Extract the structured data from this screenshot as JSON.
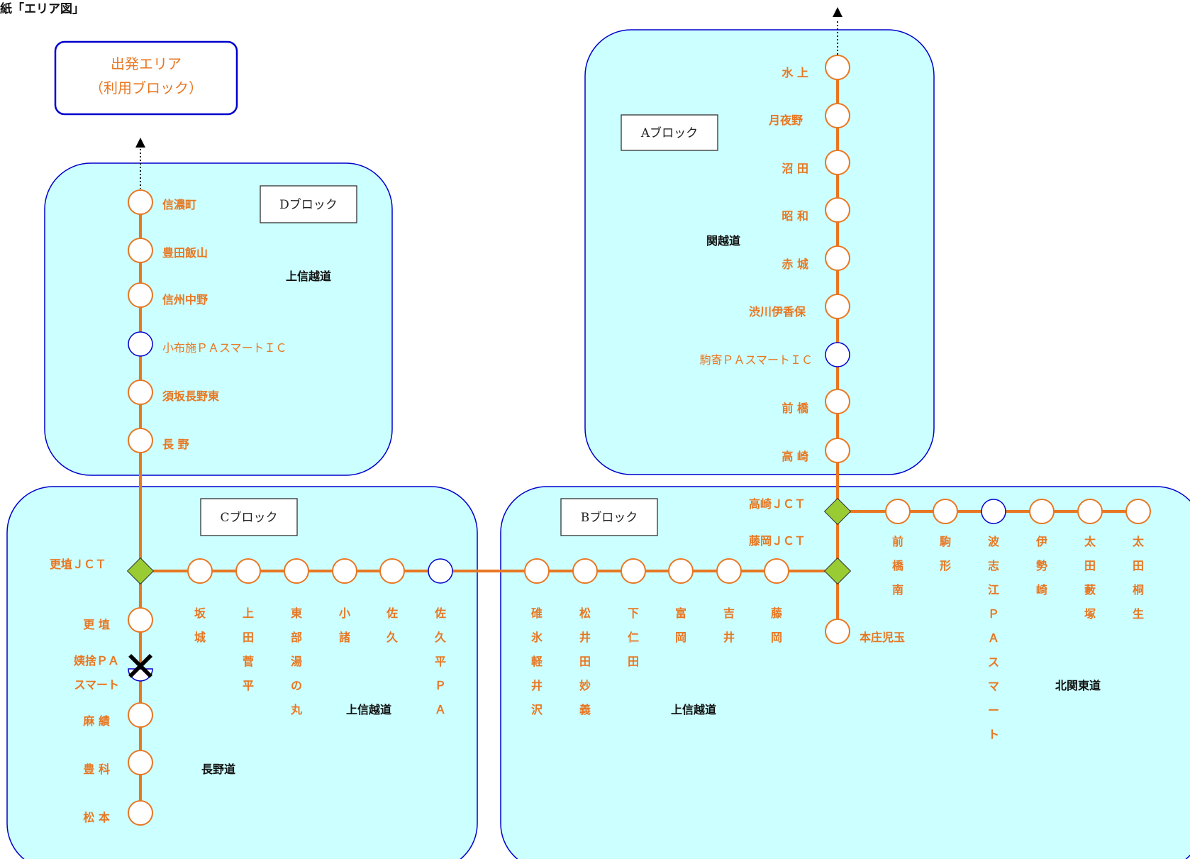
{
  "title": "紙「エリア図」",
  "departure": {
    "line1": "出発エリア",
    "line2": "（利用ブロック）"
  },
  "blocks": {
    "A": "Aブロック",
    "B": "Bブロック",
    "C": "Cブロック",
    "D": "Dブロック"
  },
  "roads": {
    "kanetsu": "関越道",
    "joshinetsu_d": "上信越道",
    "joshinetsu_c": "上信越道",
    "joshinetsu_b": "上信越道",
    "nagano": "長野道",
    "kitakanto": "北関東道"
  },
  "interchanges": {
    "mizukami": "水 上",
    "tsukiyono": "月夜野",
    "numata": "沼 田",
    "showa": "昭 和",
    "akagi": "赤 城",
    "shibukawa": "渋川伊香保",
    "komayose": "駒寄ＰＡスマートＩＣ",
    "maebashi": "前 橋",
    "takasaki": "高 崎",
    "takasaki_jct": "高崎ＪＣＴ",
    "fujioka_jct": "藤岡ＪＣＴ",
    "honjo": "本庄児玉",
    "shinanomachi": "信濃町",
    "toyotaiiyama": "豊田飯山",
    "shinshunakano": "信州中野",
    "obuse": "小布施ＰＡスマートＩＣ",
    "suzaka": "須坂長野東",
    "nagano": "長 野",
    "koshoku_jct": "更埴ＪＣＴ",
    "koshoku": "更 埴",
    "obasute1": "姨捨ＰＡ",
    "obasute2": "スマート",
    "omi": "麻 績",
    "toyoshina": "豊 科",
    "matsumoto": "松 本",
    "sakaki": "坂城",
    "uedasugadaira": "上田菅平",
    "tobuyunomaru": "東部湯の丸",
    "komoro": "小諸",
    "saku": "佐久",
    "sakudaira": "佐久平ＰＡ",
    "usuikaruizawa": "碓氷軽井沢",
    "matsuidamyogi": "松井田妙義",
    "shimonita": "下仁田",
    "tomioka": "富岡",
    "yoshii": "吉井",
    "fujioka": "藤岡",
    "maebashiminami": "前橋南",
    "komagata": "駒形",
    "hashie": "波志江ＰＡスマート",
    "isesaki": "伊勢崎",
    "otayabuzuka": "太田藪塚",
    "otakiryu": "太田桐生"
  },
  "colors": {
    "block_fill": "#ccffff",
    "block_border": "#0000cc",
    "route": "#e87722",
    "station_border": "#e87722",
    "smart_ic_border": "#0000cc",
    "jct_fill": "#99cc33"
  },
  "closed_marker": "✕"
}
